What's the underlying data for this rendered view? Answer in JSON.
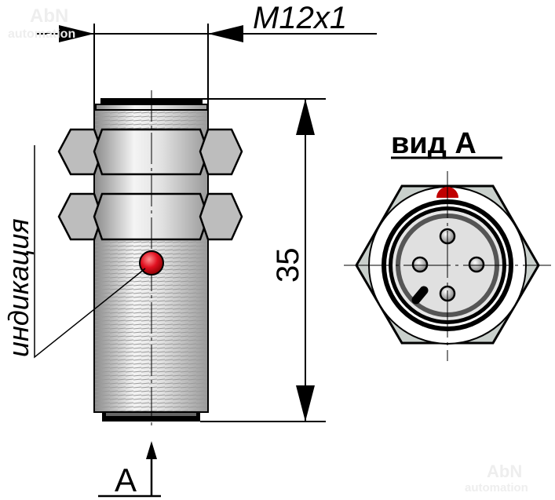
{
  "labels": {
    "thread": "M12x1",
    "length": "35",
    "indication": "индикация",
    "view_label": "вид A",
    "view_arrow": "A"
  },
  "watermark": {
    "brand": "AbN",
    "sub": "automation"
  },
  "colors": {
    "led": "#c8102e",
    "metal": "#d0d0d0",
    "line": "#000000"
  }
}
